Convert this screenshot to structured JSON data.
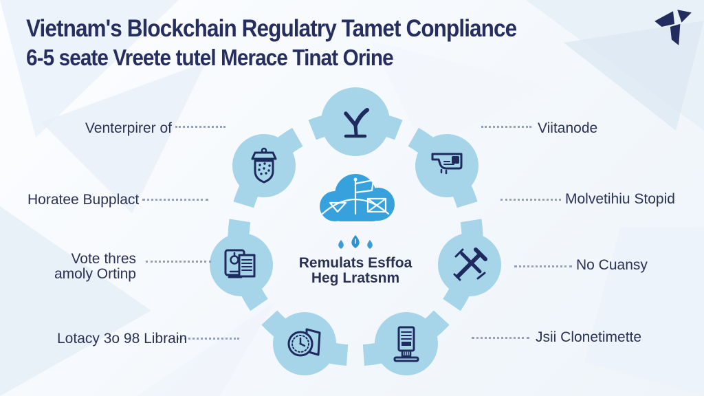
{
  "title": {
    "line1": "Vietnam's Blockchain Regulatry Tamet Conpliance",
    "line2": "6-5 seate Vreete tutel Merace Tinat Orine"
  },
  "logo": {
    "name": "angular-y-logo"
  },
  "center": {
    "icon": "cloud-scales-icon",
    "droplet_icons": [
      "droplet-icon",
      "droplet-icon",
      "droplet-icon"
    ],
    "text_line1": "Remulats Esffoa",
    "text_line2": "Heg Lratsnm"
  },
  "labels": {
    "venterpirer": "Venterpirer of",
    "horatee": "Horatee Bupplact",
    "vote_line1": "Vote thres",
    "vote_line2": "amoly Ortinp",
    "lotacy": "Lotacy 3o 98 Librain",
    "viitanode": "Viitanode",
    "molvetihiu": "Molvetihiu Stopid",
    "no_cuansy": "No Cuansy",
    "jsii": "Jsii Clonetimette"
  },
  "node_icons": {
    "top": "wind-turbine-icon",
    "top_left": "shield-dots-icon",
    "top_right": "security-camera-icon",
    "left": "tablet-document-icon",
    "right": "crossed-gavels-icon",
    "bottom_left": "seal-document-icon",
    "bottom_right": "sign-stand-icon"
  },
  "colors": {
    "ring": "#a6d4e9",
    "cloud": "#36a1dc",
    "icon_stroke": "#1e2a5e",
    "title_text": "#262e5f",
    "label_text": "#2a3153",
    "dotted_line": "#93a0b8",
    "droplet": "#2b93d2",
    "background": "#f4f8fc"
  }
}
